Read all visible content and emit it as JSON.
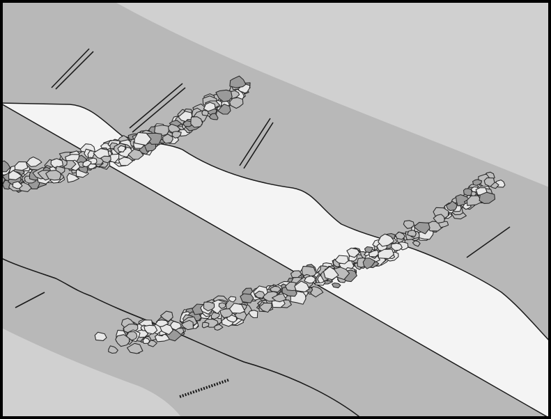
{
  "diagram": {
    "colors": {
      "frame": "#000000",
      "stream_flow": "#f4f4f4",
      "bank_dark": "#b8b8b8",
      "bank_light": "#d0d0d0",
      "stone_dark": "#9a9a9a",
      "stone_mid": "#bdbdbd",
      "stone_light": "#e8e8e8",
      "stone_outline": "#2a2a2a"
    },
    "elements": [
      {
        "name": "upper-rock-weir",
        "kind": "rock-structure",
        "count": 1
      },
      {
        "name": "lower-rock-weir",
        "kind": "rock-structure",
        "count": 1
      },
      {
        "name": "bank-slash-marks",
        "kind": "hatch",
        "count": 7
      }
    ]
  }
}
